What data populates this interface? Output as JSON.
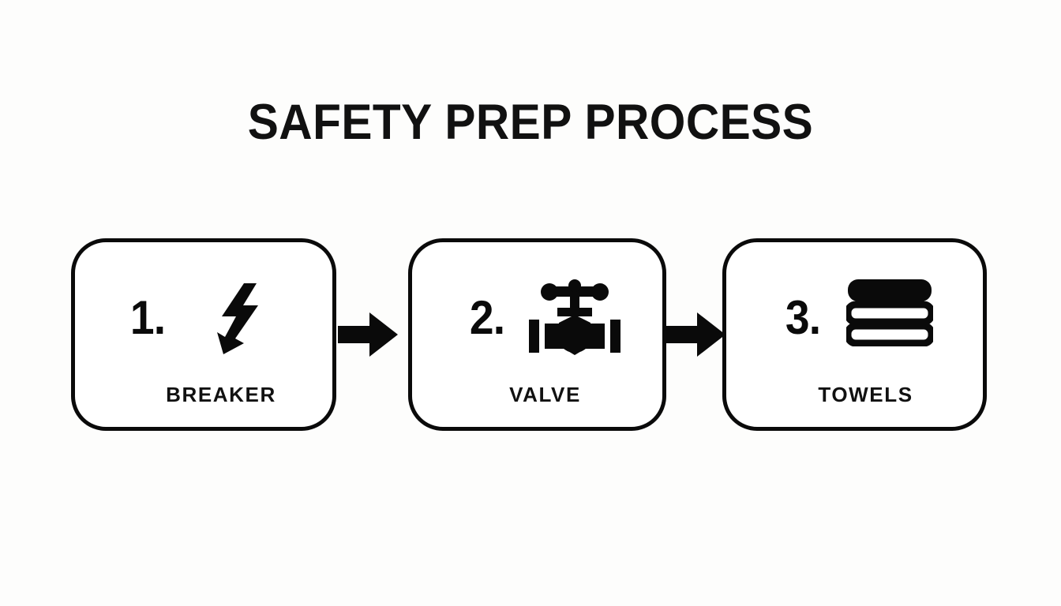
{
  "page": {
    "title": "SAFETY PREP PROCESS",
    "background_color": "#fdfdfc",
    "ink_color": "#0a0a0a"
  },
  "diagram": {
    "type": "process-flow",
    "orientation": "horizontal",
    "step_count": 3,
    "steps": [
      {
        "number": "1.",
        "label": "BREAKER",
        "icon": "lightning-bolt-icon"
      },
      {
        "number": "2.",
        "label": "VALVE",
        "icon": "valve-icon"
      },
      {
        "number": "3.",
        "label": "TOWELS",
        "icon": "towel-stack-icon"
      }
    ],
    "connectors": [
      {
        "icon": "arrow-right-icon",
        "from": "1",
        "to": "2"
      },
      {
        "icon": "arrow-right-icon",
        "from": "2",
        "to": "3"
      }
    ]
  }
}
